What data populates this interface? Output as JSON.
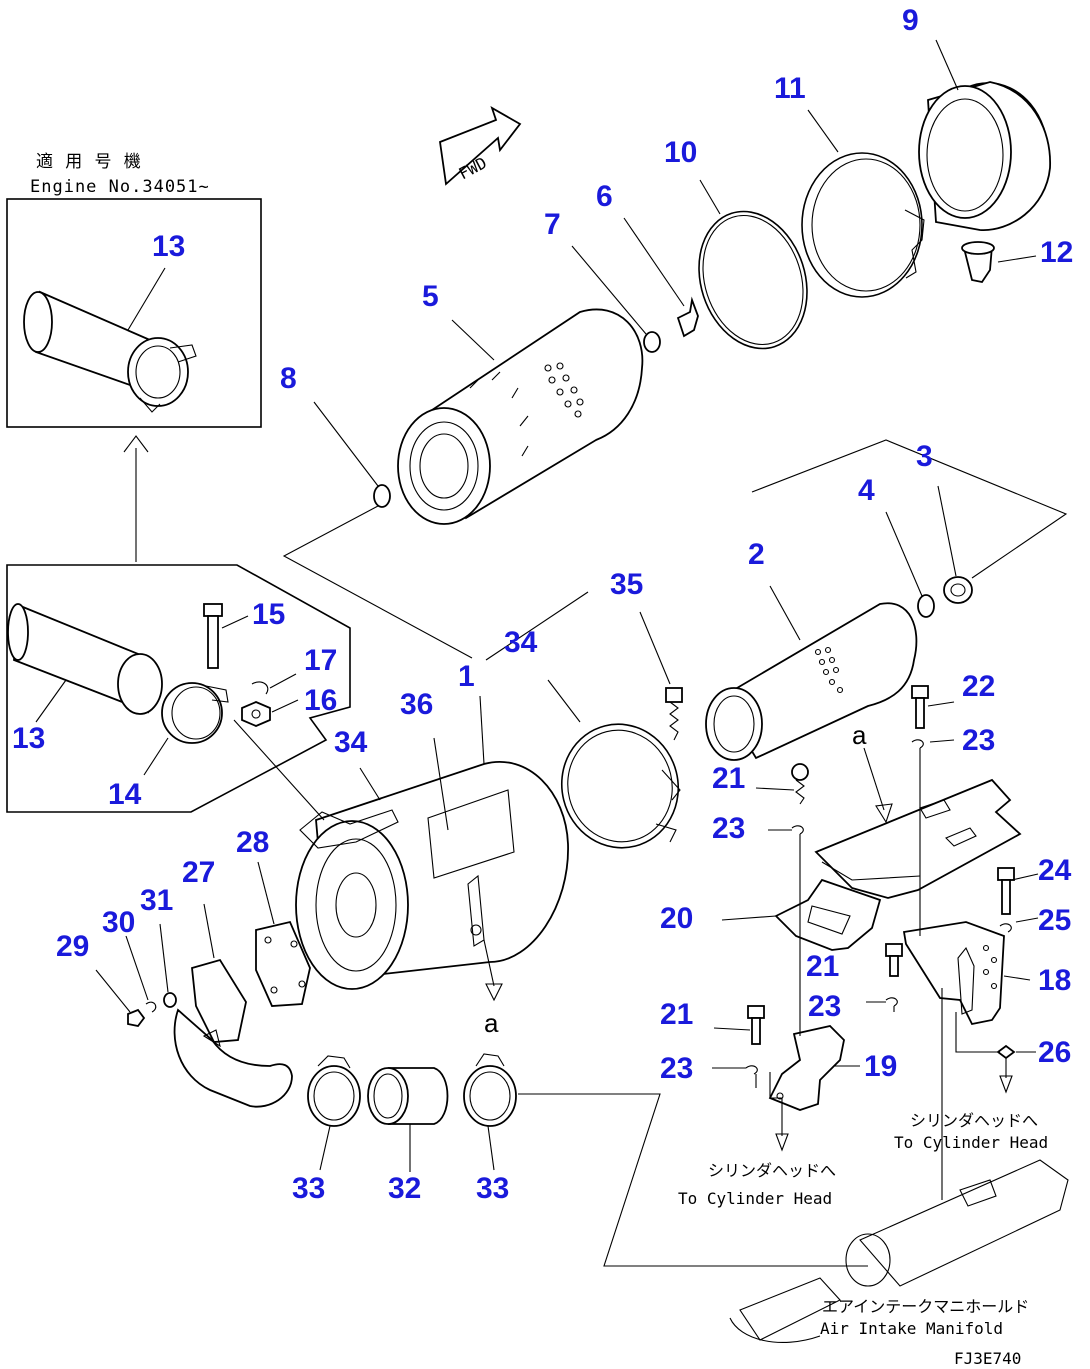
{
  "callouts": {
    "n1": "1",
    "n2": "2",
    "n3": "3",
    "n4": "4",
    "n5": "5",
    "n6": "6",
    "n7": "7",
    "n8": "8",
    "n9": "9",
    "n10": "10",
    "n11": "11",
    "n12": "12",
    "n13a": "13",
    "n13b": "13",
    "n14": "14",
    "n15": "15",
    "n16": "16",
    "n17": "17",
    "n18": "18",
    "n19": "19",
    "n20": "20",
    "n21a": "21",
    "n21b": "21",
    "n21c": "21",
    "n22": "22",
    "n23a": "23",
    "n23b": "23",
    "n23c": "23",
    "n23d": "23",
    "n24": "24",
    "n25": "25",
    "n26": "26",
    "n27": "27",
    "n28": "28",
    "n29": "29",
    "n30": "30",
    "n31": "31",
    "n32": "32",
    "n33a": "33",
    "n33b": "33",
    "n34a": "34",
    "n34b": "34",
    "n35": "35",
    "n36": "36"
  },
  "notes": {
    "applicable_jp": "適 用 号 機",
    "applicable_en": "Engine No.34051~",
    "fwd": "FWD",
    "ref_a_top": "a",
    "ref_a_bottom": "a",
    "cyl_head_jp_1": "シリンダヘッドへ",
    "cyl_head_en_1": "To Cylinder Head",
    "cyl_head_jp_2": "シリンダヘッドへ",
    "cyl_head_en_2": "To Cylinder Head",
    "manifold_jp": "エアインテークマニホールド",
    "manifold_en": "Air Intake Manifold",
    "drawing_code": "FJ3E740"
  }
}
